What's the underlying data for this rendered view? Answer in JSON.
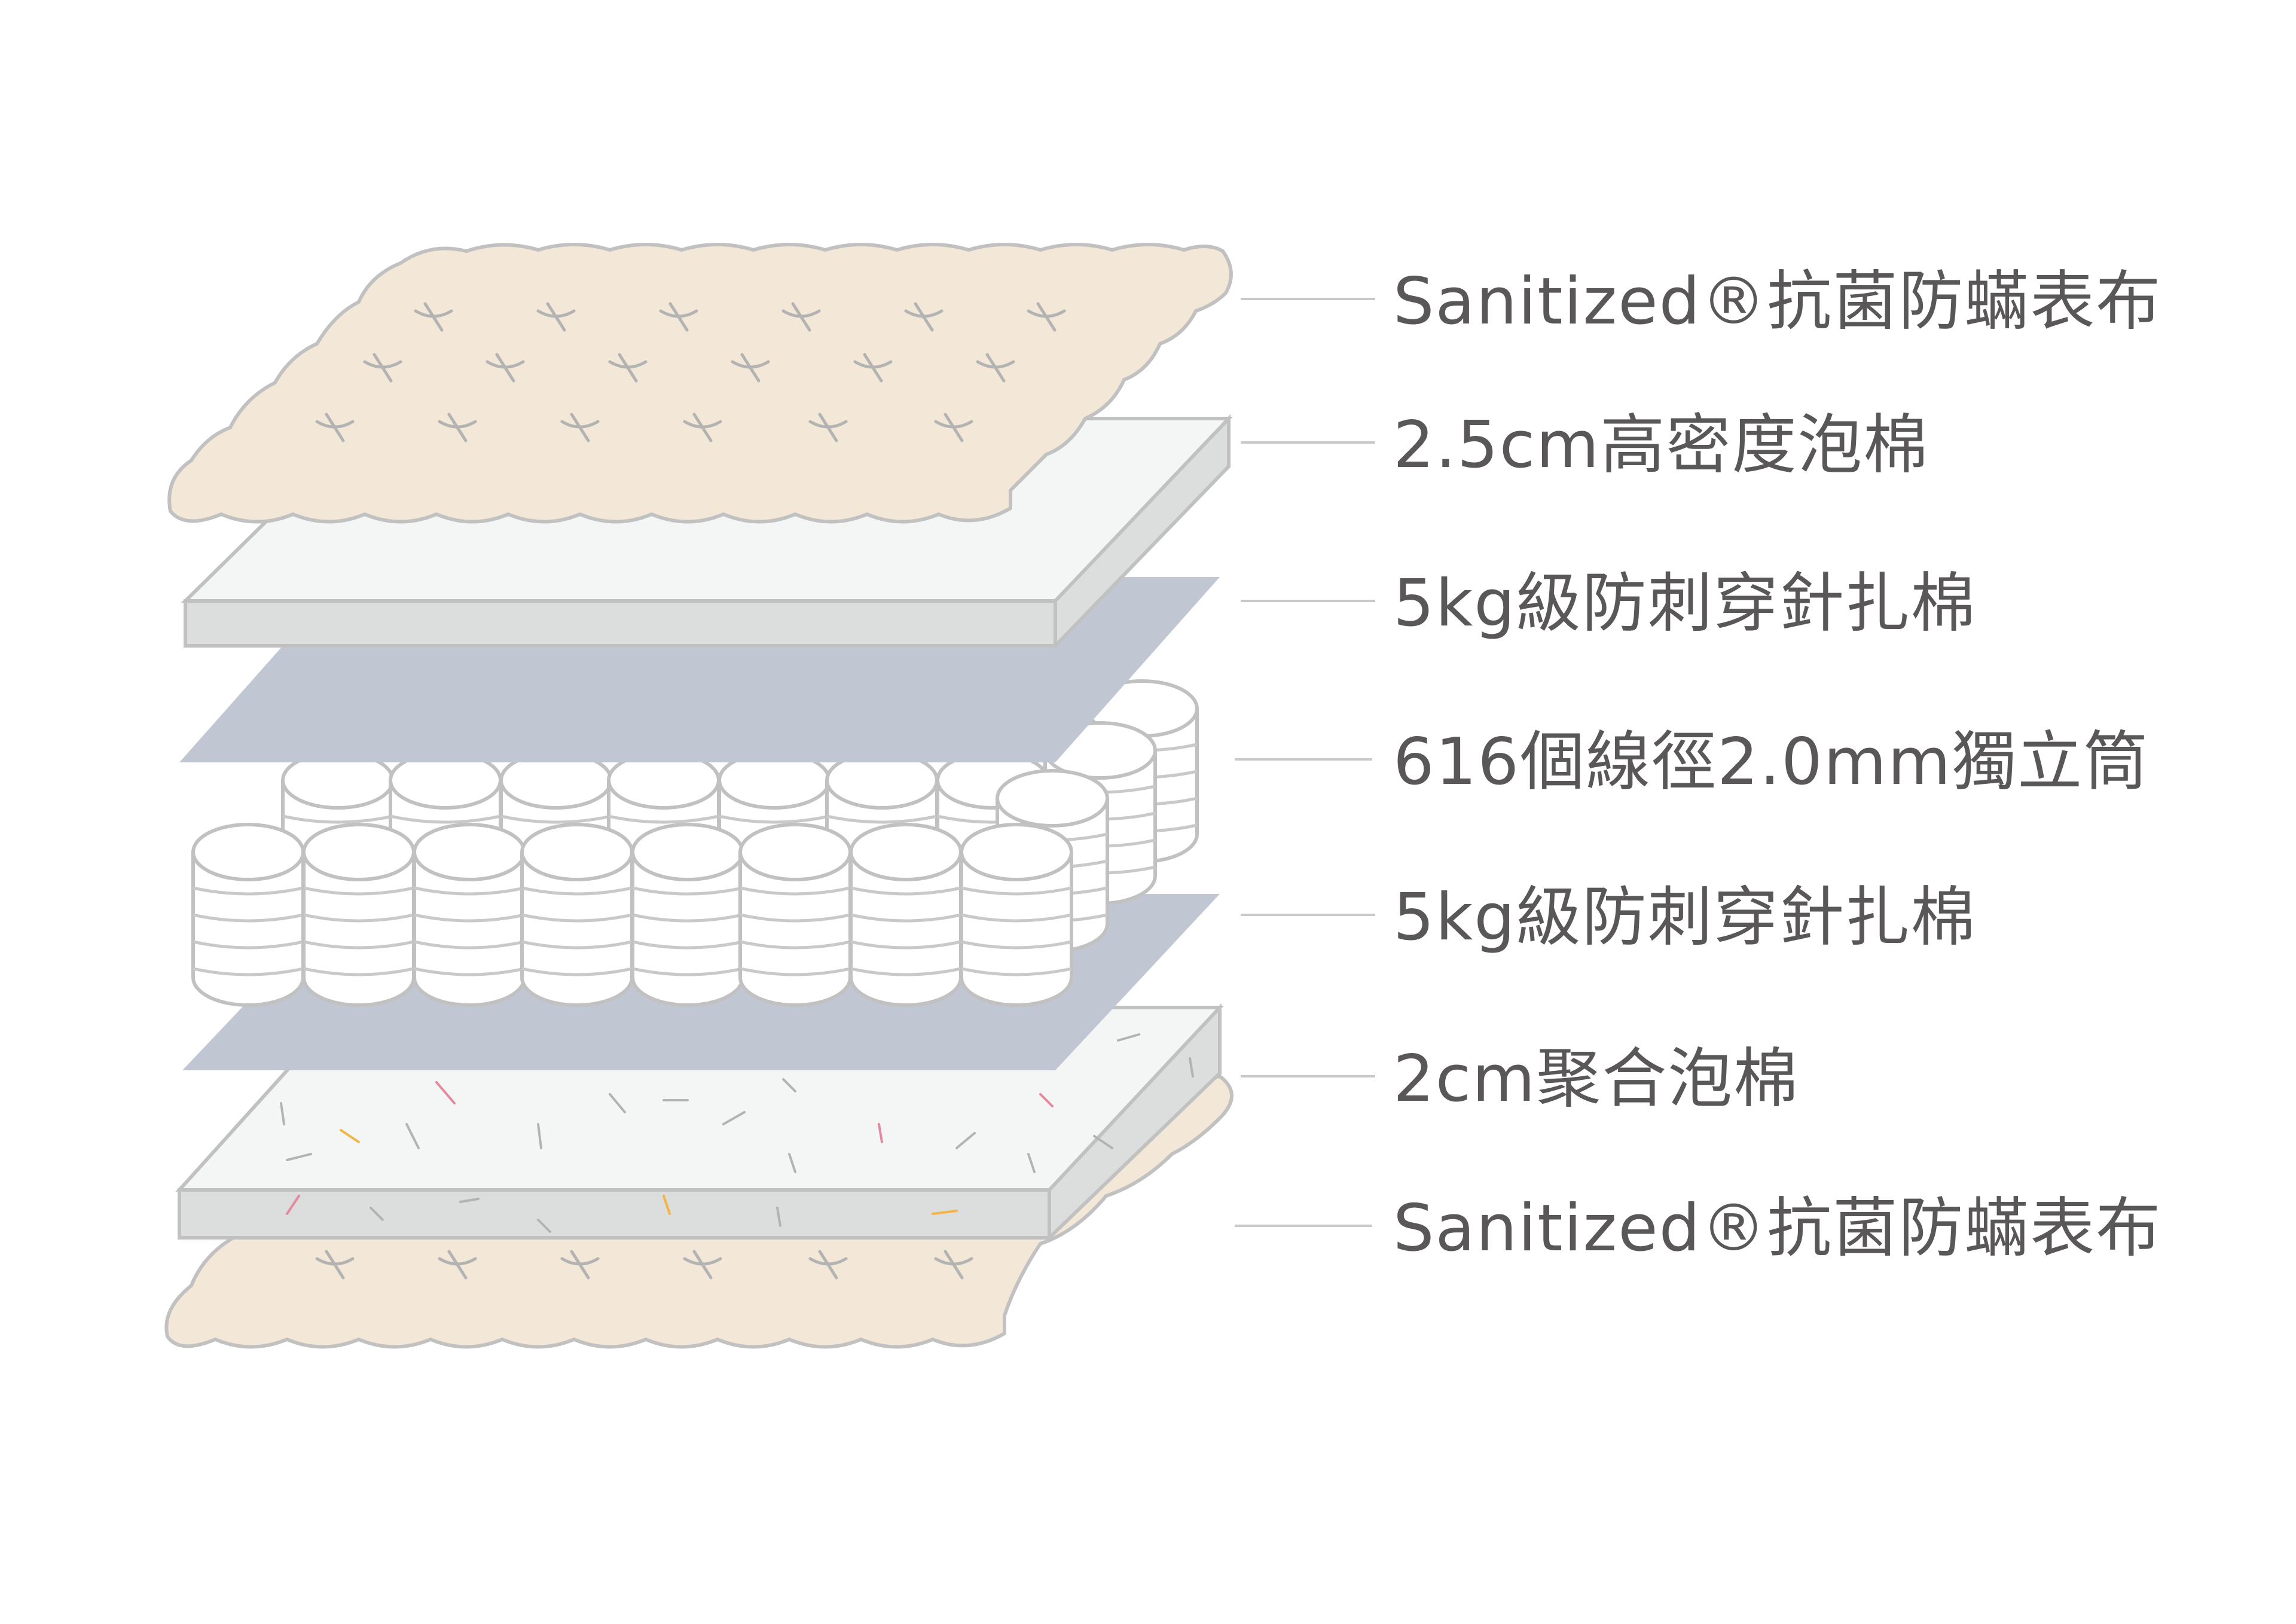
{
  "layers": [
    {
      "name": "top-fabric",
      "label": "Sanitized®抗菌防蟎表布"
    },
    {
      "name": "high-density-foam",
      "label": "2.5cm高密度泡棉"
    },
    {
      "name": "felt-upper",
      "label": "5kg級防刺穿針扎棉"
    },
    {
      "name": "pocket-springs",
      "label": "616個線徑2.0mm獨立筒"
    },
    {
      "name": "felt-lower",
      "label": "5kg級防刺穿針扎棉"
    },
    {
      "name": "rebonded-foam",
      "label": "2cm聚合泡棉"
    },
    {
      "name": "bottom-fabric",
      "label": "Sanitized®抗菌防蟎表布"
    }
  ],
  "colors": {
    "fabric": "#f3e8d7",
    "outline": "#c2c1c1",
    "foam_top": "#f4f6f5",
    "foam_side": "#dcdddd",
    "felt": "#c1c6d3",
    "spring": "#ffffff",
    "text": "#595757",
    "leader": "#c9c9c9"
  },
  "icons": {
    "stitch": "x-stitch-icon"
  }
}
